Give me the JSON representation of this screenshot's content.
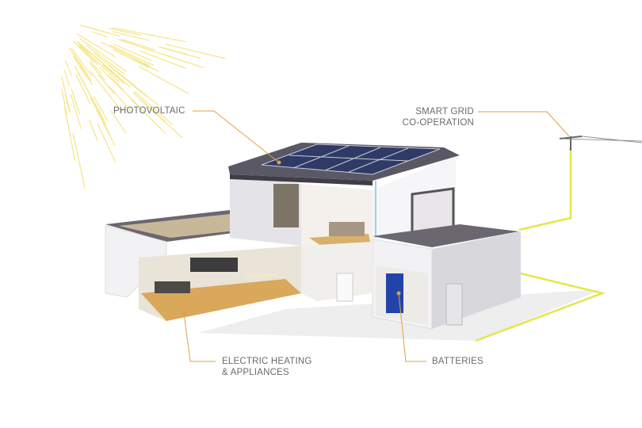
{
  "labels": {
    "photovoltaic": "PHOTOVOLTAIC",
    "smart_grid_line1": "SMART GRID",
    "smart_grid_line2": "CO-OPERATION",
    "heating_line1": "ELECTRIC HEATING",
    "heating_line2": "& APPLIANCES",
    "batteries": "BATTERIES"
  },
  "colors": {
    "leader_line": "#e0a040",
    "sun_rays": "#f3df6a",
    "grid_wire": "#e6e64a",
    "pipe": "#8fd6e8",
    "roof": "#5b5866",
    "solar_panel": "#2f3a66",
    "battery": "#2244aa"
  }
}
